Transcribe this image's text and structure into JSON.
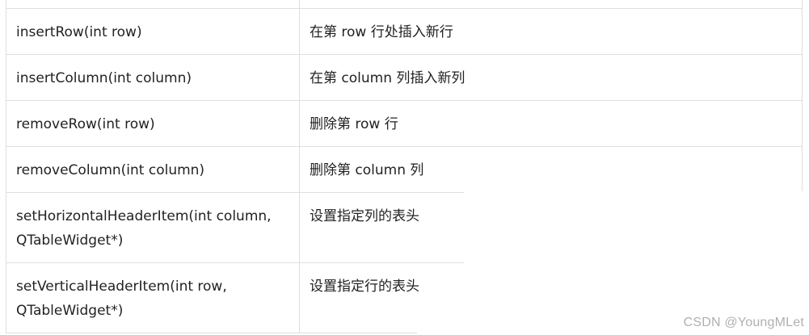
{
  "table": {
    "rows": [
      {
        "method": "insertRow(int row)",
        "description": "在第 row 行处插入新行"
      },
      {
        "method": "insertColumn(int column)",
        "description": "在第 column 列插入新列"
      },
      {
        "method": "removeRow(int row)",
        "description": "删除第 row 行"
      },
      {
        "method": "removeColumn(int column)",
        "description": "删除第 column 列"
      },
      {
        "method": "setHorizontalHeaderItem(int column, QTableWidget*)",
        "description": "设置指定列的表头"
      },
      {
        "method": "setVerticalHeaderItem(int row, QTableWidget*)",
        "description": "设置指定行的表头"
      }
    ]
  },
  "watermark": "CSDN @YoungMLet"
}
